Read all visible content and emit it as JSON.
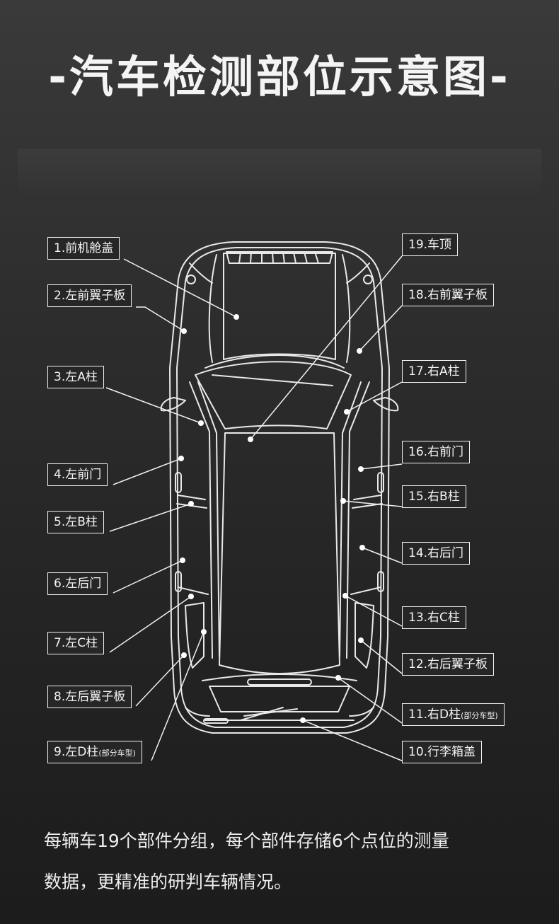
{
  "title": "-汽车检测部位示意图-",
  "labels": [
    {
      "num": "1.",
      "text": "前机舱盖",
      "note": ""
    },
    {
      "num": "2.",
      "text": "左前翼子板",
      "note": ""
    },
    {
      "num": "3.",
      "text": "左A柱",
      "note": ""
    },
    {
      "num": "4.",
      "text": "左前门",
      "note": ""
    },
    {
      "num": "5.",
      "text": "左B柱",
      "note": ""
    },
    {
      "num": "6.",
      "text": "左后门",
      "note": ""
    },
    {
      "num": "7.",
      "text": "左C柱",
      "note": ""
    },
    {
      "num": "8.",
      "text": "左后翼子板",
      "note": ""
    },
    {
      "num": "9.",
      "text": "左D柱",
      "note": "(部分车型)"
    },
    {
      "num": "10.",
      "text": "行李箱盖",
      "note": ""
    },
    {
      "num": "11.",
      "text": "右D柱",
      "note": "(部分车型)"
    },
    {
      "num": "12.",
      "text": "右后翼子板",
      "note": ""
    },
    {
      "num": "13.",
      "text": "右C柱",
      "note": ""
    },
    {
      "num": "14.",
      "text": "右后门",
      "note": ""
    },
    {
      "num": "15.",
      "text": "右B柱",
      "note": ""
    },
    {
      "num": "16.",
      "text": "右前门",
      "note": ""
    },
    {
      "num": "17.",
      "text": "右A柱",
      "note": ""
    },
    {
      "num": "18.",
      "text": "右前翼子板",
      "note": ""
    },
    {
      "num": "19.",
      "text": "车顶",
      "note": ""
    }
  ],
  "description": {
    "line1": "每辆车19个部件分组，每个部件存储6个点位的测量",
    "line2": "数据，更精准的研判车辆情况。"
  },
  "colors": {
    "background": "#2b2b2b",
    "line": "#ffffff"
  }
}
